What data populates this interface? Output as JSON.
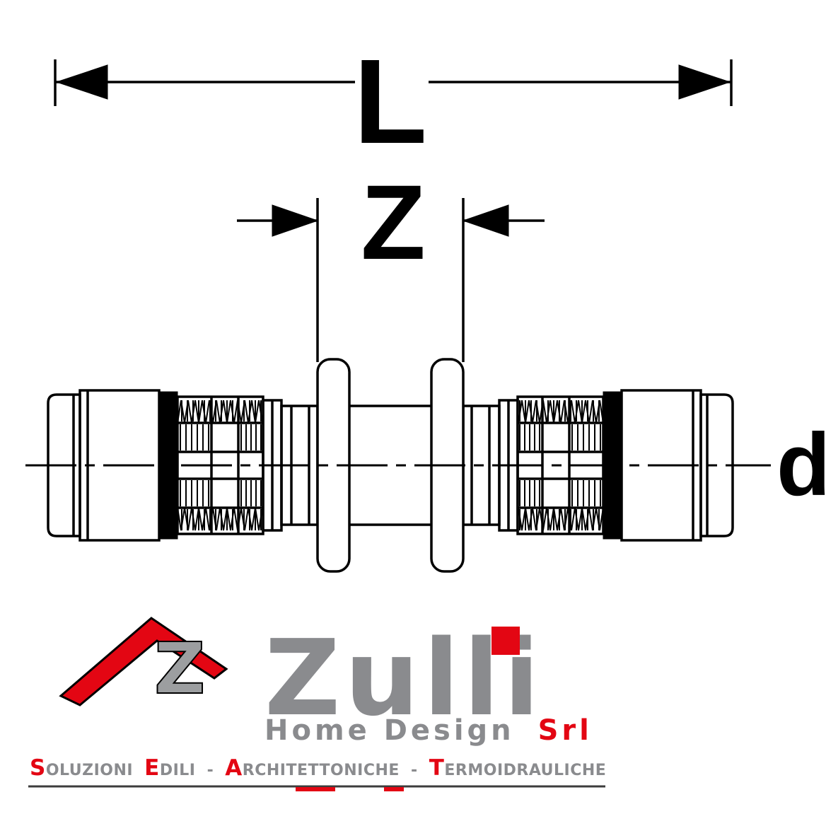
{
  "diagram": {
    "labels": {
      "length": "L",
      "center_offset": "Z",
      "diameter": "d"
    }
  },
  "logo": {
    "roof_letter": "Z",
    "company": "Zulli",
    "subtitle": "Home Design",
    "legal_suffix": "Srl",
    "tagline": {
      "word1_initial": "S",
      "word1_rest": "OLUZIONI",
      "word2_initial": "E",
      "word2_rest": "DILI",
      "separator1": "-",
      "word3_initial": "A",
      "word3_rest": "RCHITETTONICHE",
      "separator2": "-",
      "word4_initial": "T",
      "word4_rest": "ERMOIDRAULICHE"
    }
  },
  "colors": {
    "accent_red": "#e30613",
    "logo_gray": "#8a8b8e",
    "roof_letter_gray": "#9c9ea0",
    "underline_gray": "#3c3c3c",
    "line_black": "#000000"
  }
}
